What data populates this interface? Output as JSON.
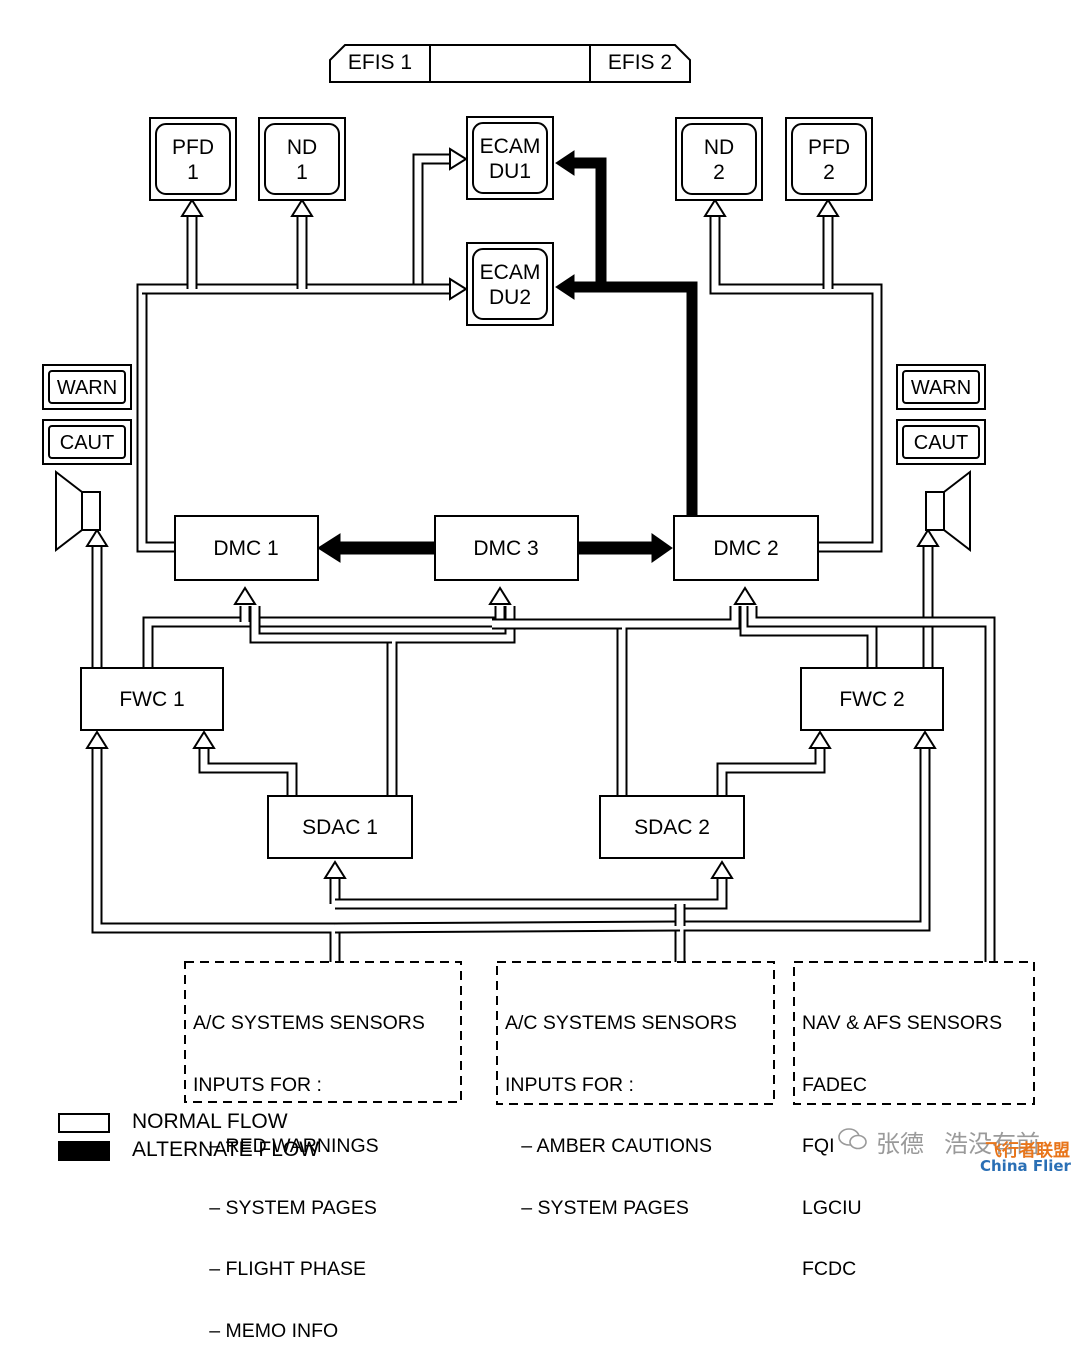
{
  "efis": {
    "left": "EFIS 1",
    "right": "EFIS 2"
  },
  "displays": {
    "pfd1": [
      "PFD",
      "1"
    ],
    "nd1": [
      "ND",
      "1"
    ],
    "ecam1": [
      "ECAM",
      "DU1"
    ],
    "ecam2": [
      "ECAM",
      "DU2"
    ],
    "nd2": [
      "ND",
      "2"
    ],
    "pfd2": [
      "PFD",
      "2"
    ]
  },
  "alerts": {
    "left": {
      "warn": "WARN",
      "caut": "CAUT"
    },
    "right": {
      "warn": "WARN",
      "caut": "CAUT"
    }
  },
  "computers": {
    "dmc1": "DMC 1",
    "dmc3": "DMC 3",
    "dmc2": "DMC 2",
    "fwc1": "FWC 1",
    "fwc2": "FWC 2",
    "sdac1": "SDAC 1",
    "sdac2": "SDAC 2"
  },
  "sensors": {
    "left": {
      "lines": [
        "A/C SYSTEMS SENSORS",
        "INPUTS FOR :",
        "   – RED WARNINGS",
        "   – SYSTEM PAGES",
        "   – FLIGHT PHASE",
        "   – MEMO INFO"
      ]
    },
    "middle": {
      "lines": [
        "A/C SYSTEMS SENSORS",
        "INPUTS FOR :",
        "   – AMBER CAUTIONS",
        "   – SYSTEM PAGES"
      ]
    },
    "right": {
      "lines": [
        "NAV & AFS SENSORS",
        "FADEC",
        "FQI",
        "LGCIU",
        "FCDC"
      ]
    }
  },
  "legend": {
    "normal": "NORMAL FLOW",
    "alternate": "ALTERNATE FLOW"
  },
  "watermark": {
    "left": "张德",
    "mid": "浩没有前",
    "brand": "飞行者联盟",
    "brand_en": "China Flier"
  },
  "colors": {
    "normal_fill": "#ffffff",
    "alternate_fill": "#000000",
    "watermark_brand": "#e8751a"
  }
}
